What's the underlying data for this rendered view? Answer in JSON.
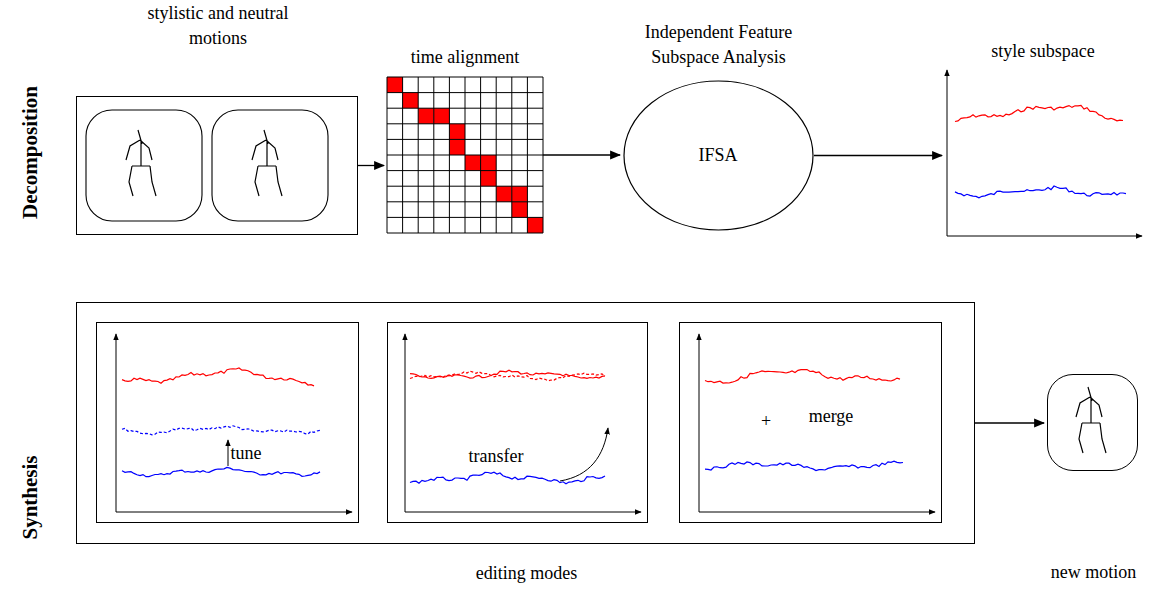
{
  "diagram": {
    "nodes": [
      {
        "text": [
          "stylistic and neutral motions"
        ]
      },
      {
        "text": [
          "time alignment"
        ]
      },
      {
        "text": [
          "Independent Feature Subspace Analysis",
          "IFSA"
        ]
      },
      {
        "text": [
          "style subspace"
        ]
      },
      {
        "text": [
          "editing modes"
        ]
      },
      {
        "text": [
          "tune"
        ],
        "in": 4
      },
      {
        "text": [
          "transfer"
        ],
        "in": 4
      },
      {
        "text": [
          "+",
          "merge"
        ],
        "in": 4
      },
      {
        "text": [
          "new motion"
        ]
      }
    ],
    "edges": [
      {
        "from": 0,
        "to": 1,
        "arrow": "to"
      },
      {
        "from": 1,
        "to": 2,
        "arrow": "to"
      },
      {
        "from": 2,
        "to": 3,
        "arrow": "to"
      },
      {
        "from": 4,
        "to": 8,
        "arrow": "to"
      }
    ],
    "labels": [
      "Decomposition",
      "Synthesis"
    ]
  }
}
